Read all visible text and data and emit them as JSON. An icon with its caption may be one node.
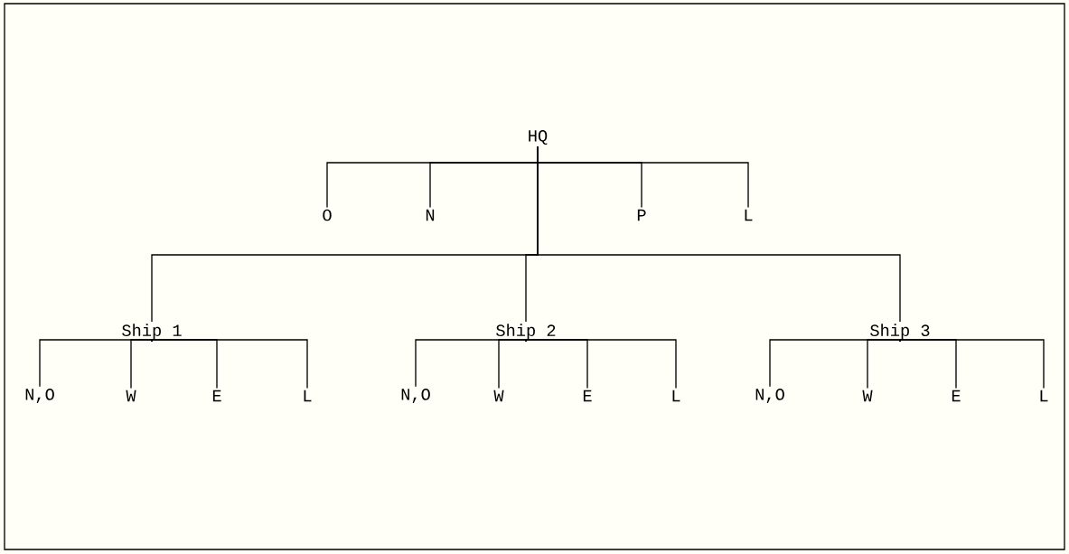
{
  "diagram": {
    "nodes": [
      {
        "text": [
          "HQ"
        ]
      },
      {
        "text": [
          "O"
        ]
      },
      {
        "text": [
          "N"
        ]
      },
      {
        "text": [
          "P"
        ]
      },
      {
        "text": [
          "L"
        ]
      },
      {
        "text": [
          "Ship 1"
        ]
      },
      {
        "text": [
          "Ship 2"
        ]
      },
      {
        "text": [
          "Ship 3"
        ]
      },
      {
        "text": [
          "N,O"
        ]
      },
      {
        "text": [
          "W"
        ]
      },
      {
        "text": [
          "E"
        ]
      },
      {
        "text": [
          "L"
        ]
      },
      {
        "text": [
          "N,O"
        ]
      },
      {
        "text": [
          "W"
        ]
      },
      {
        "text": [
          "E"
        ]
      },
      {
        "text": [
          "L"
        ]
      },
      {
        "text": [
          "N,O"
        ]
      },
      {
        "text": [
          "W"
        ]
      },
      {
        "text": [
          "E"
        ]
      },
      {
        "text": [
          "L"
        ]
      }
    ],
    "edges": [
      {
        "from": 0,
        "to": 1,
        "arrow": "none"
      },
      {
        "from": 0,
        "to": 2,
        "arrow": "none"
      },
      {
        "from": 0,
        "to": 3,
        "arrow": "none"
      },
      {
        "from": 0,
        "to": 4,
        "arrow": "none"
      },
      {
        "from": 0,
        "to": 5,
        "arrow": "none"
      },
      {
        "from": 0,
        "to": 6,
        "arrow": "none"
      },
      {
        "from": 0,
        "to": 7,
        "arrow": "none"
      },
      {
        "from": 5,
        "to": 8,
        "arrow": "none"
      },
      {
        "from": 5,
        "to": 9,
        "arrow": "none"
      },
      {
        "from": 5,
        "to": 10,
        "arrow": "none"
      },
      {
        "from": 5,
        "to": 11,
        "arrow": "none"
      },
      {
        "from": 6,
        "to": 12,
        "arrow": "none"
      },
      {
        "from": 6,
        "to": 13,
        "arrow": "none"
      },
      {
        "from": 6,
        "to": 14,
        "arrow": "none"
      },
      {
        "from": 6,
        "to": 15,
        "arrow": "none"
      },
      {
        "from": 7,
        "to": 16,
        "arrow": "none"
      },
      {
        "from": 7,
        "to": 17,
        "arrow": "none"
      },
      {
        "from": 7,
        "to": 18,
        "arrow": "none"
      },
      {
        "from": 7,
        "to": 19,
        "arrow": "none"
      }
    ]
  }
}
